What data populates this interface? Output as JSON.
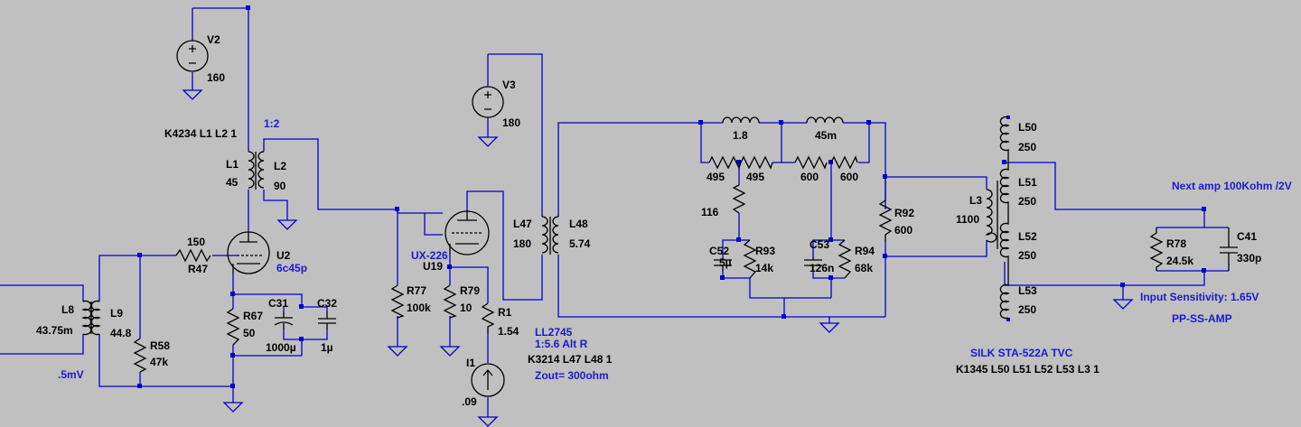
{
  "labels": {
    "V2": "V2",
    "V2_val": "160",
    "V3": "V3",
    "V3_val": "180",
    "K4234": "K4234 L1 L2 1",
    "ratio": "1:2",
    "L1": "L1",
    "L1_val": "45",
    "L2": "L2",
    "L2_val": "90",
    "U2": "U2",
    "U2_type": "6c45p",
    "R47_val": "150",
    "R47": "R47",
    "L8": "L8",
    "L8_val": "43.75m",
    "L9": "L9",
    "L9_val": "44.8",
    "R58": "R58",
    "R58_val": "47k",
    "src": ".5mV",
    "R67": "R67",
    "R67_val": "50",
    "C31": "C31",
    "C31_val": "1000µ",
    "C32": "C32",
    "C32_val": "1µ",
    "R77": "R77",
    "R77_val": "100k",
    "U19_type": "UX-226",
    "U19": "U19",
    "R79": "R79",
    "R79_val": "10",
    "R1": "R1",
    "R1_val": "1.54",
    "I1": "I1",
    "I1_val": ".09",
    "L47": "L47",
    "L47_val": "180",
    "L48": "L48",
    "L48_val": "5.74",
    "LL2745": "LL2745",
    "alt": "1:5.6 Alt R",
    "K3214": "K3214 L47 L48 1",
    "zout": "Zout= 300ohm",
    "L_a_val": "1.8",
    "L_b_val": "45m",
    "R_a_val": "495",
    "R_b_val": "495",
    "R_c_val": "600",
    "R_d_val": "600",
    "R116_val": "116",
    "C52": "C52",
    "C52_val": "5µ",
    "R93": "R93",
    "R93_val": "14k",
    "C53": "C53",
    "C53_val": "126n",
    "R94": "R94",
    "R94_val": "68k",
    "R92": "R92",
    "R92_val": "600",
    "L3": "L3",
    "L3_val": "1100",
    "L50": "L50",
    "L50_val": "250",
    "L51": "L51",
    "L51_val": "250",
    "L52": "L52",
    "L52_val": "250",
    "L53": "L53",
    "L53_val": "250",
    "silk": "SILK STA-522A TVC",
    "K1345": "K1345 L50 L51 L52 L53 L3 1",
    "next_amp": "Next amp 100Kohm /2V",
    "R78": "R78",
    "R78_val": "24.5k",
    "C41": "C41",
    "C41_val": "330p",
    "sensitivity": "Input Sensitivity: 1.65V",
    "ppss": "PP-SS-AMP"
  }
}
